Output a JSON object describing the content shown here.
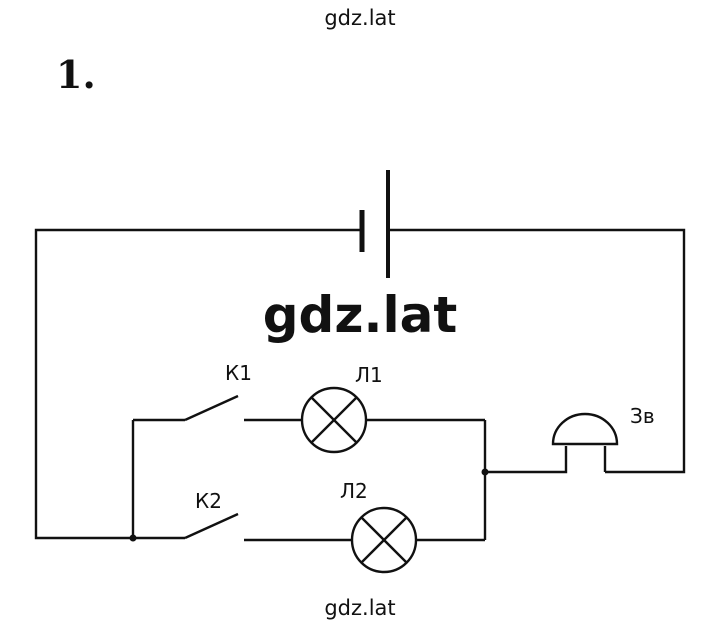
{
  "watermark_top": "gdz.lat",
  "watermark_center": "gdz.lat",
  "watermark_bottom": "gdz.lat",
  "task_number": "1.",
  "circuit": {
    "switch_1_label": "К1",
    "switch_2_label": "К2",
    "lamp_1_label": "Л1",
    "lamp_2_label": "Л2",
    "bell_label": "Зв"
  }
}
